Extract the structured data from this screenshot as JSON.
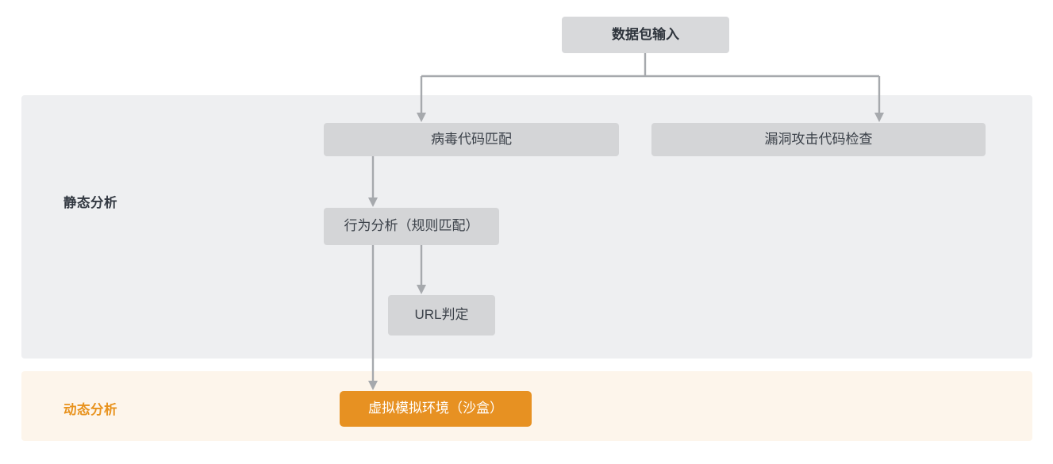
{
  "diagram": {
    "title_node": {
      "label": "数据包输入"
    },
    "bands": [
      {
        "id": "static",
        "label": "静态分析",
        "color": "#eeeff1",
        "label_color": "#333942"
      },
      {
        "id": "dynamic",
        "label": "动态分析",
        "color": "#fdf5eb",
        "label_color": "#e8921d"
      }
    ],
    "nodes": [
      {
        "id": "virus",
        "label": "病毒代码匹配",
        "color": "#d4d5d7"
      },
      {
        "id": "exploit",
        "label": "漏洞攻击代码检查",
        "color": "#d4d5d7"
      },
      {
        "id": "behavior",
        "label": "行为分析（规则匹配）",
        "color": "#d4d5d7"
      },
      {
        "id": "url",
        "label": "URL判定",
        "color": "#d4d5d7"
      },
      {
        "id": "sandbox",
        "label": "虚拟模拟环境（沙盒）",
        "color": "#e79122"
      }
    ],
    "connector_color": "#a6a9ad",
    "edges": [
      {
        "from": "title_node",
        "to": "virus"
      },
      {
        "from": "title_node",
        "to": "exploit"
      },
      {
        "from": "virus",
        "to": "behavior"
      },
      {
        "from": "behavior",
        "to": "url"
      },
      {
        "from": "behavior",
        "to": "sandbox"
      }
    ]
  }
}
